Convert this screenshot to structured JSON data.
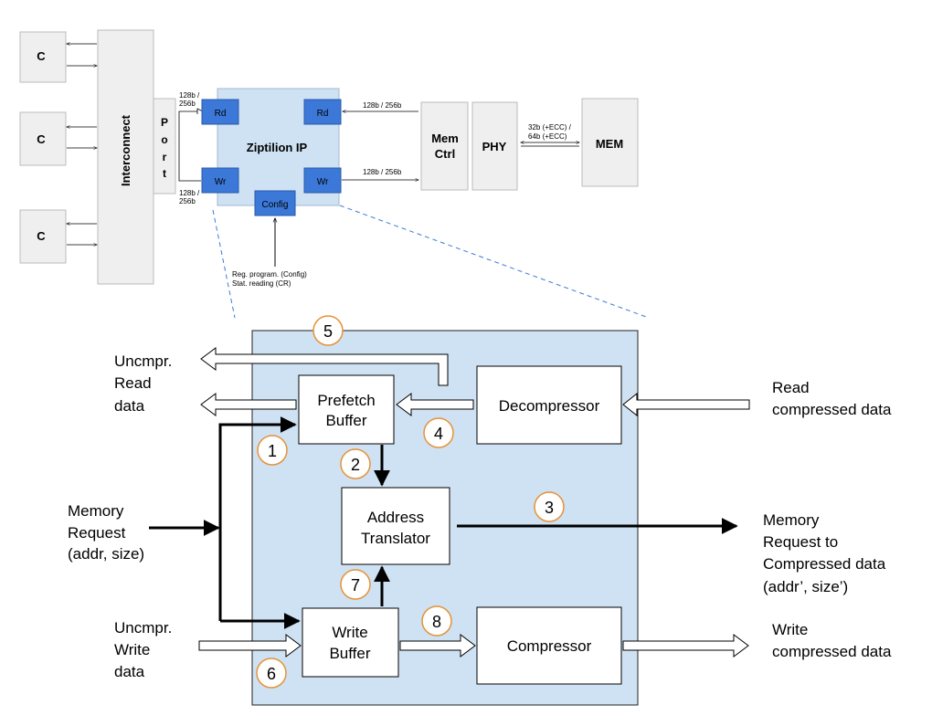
{
  "top": {
    "core_label": "C",
    "interconnect": "Interconnect",
    "port_letters": [
      "P",
      "o",
      "r",
      "t"
    ],
    "ip_title": "Ziptilion IP",
    "rd": "Rd",
    "wr": "Wr",
    "config": "Config",
    "bus_width_a": "128b /",
    "bus_width_b": "256b",
    "bus_width_inline": "128b / 256b",
    "mem_ctrl_1": "Mem",
    "mem_ctrl_2": "Ctrl",
    "phy": "PHY",
    "mem": "MEM",
    "ecc_1": "32b (+ECC) /",
    "ecc_2": "64b (+ECC)",
    "config_note_1": "Reg. program. (Config)",
    "config_note_2": "Stat. reading (CR)"
  },
  "detail": {
    "prefetch_1": "Prefetch",
    "prefetch_2": "Buffer",
    "decompressor": "Decompressor",
    "addr_1": "Address",
    "addr_2": "Translator",
    "write_1": "Write",
    "write_2": "Buffer",
    "compressor": "Compressor",
    "uncmpr_read": [
      "Uncmpr.",
      "Read",
      "data"
    ],
    "read_compressed": [
      "Read",
      "compressed data"
    ],
    "mem_request": [
      "Memory",
      "Request",
      "(addr, size)"
    ],
    "mem_request_compressed": [
      "Memory",
      "Request to",
      "Compressed data",
      "(addr’, size’)"
    ],
    "uncmpr_write": [
      "Uncmpr.",
      "Write",
      "data"
    ],
    "write_compressed": [
      "Write",
      "compressed data"
    ],
    "steps": [
      "1",
      "2",
      "3",
      "4",
      "5",
      "6",
      "7",
      "8"
    ]
  },
  "colors": {
    "ip_fill": "#cfe2f3",
    "port_blue": "#3c78d8",
    "grey_box": "#efefef",
    "step_ring": "#e69138",
    "dash": "#3c78d8"
  }
}
